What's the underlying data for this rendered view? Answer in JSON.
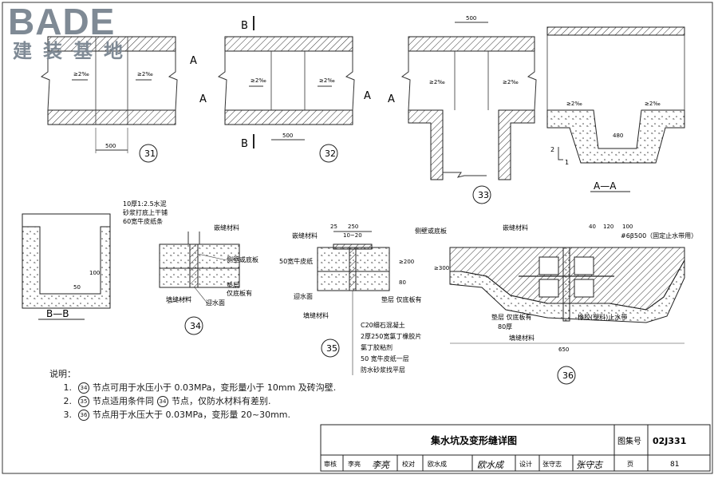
{
  "logo": {
    "en": "BADE",
    "cn": "建装基地"
  },
  "section_marks": {
    "A": "A",
    "B": "B"
  },
  "detail_numbers": {
    "d31": "31",
    "d32": "32",
    "d33": "33",
    "d34": "34",
    "d35": "35",
    "d36": "36"
  },
  "section_titles": {
    "aa": "A—A",
    "bb": "B—B"
  },
  "dims": {
    "d500": "500",
    "d100": "100",
    "d480": "480",
    "d250": "250",
    "d10_20": "10~20",
    "d25": "25",
    "d200": "≥200",
    "d300": "≥300",
    "d80": "80",
    "d50": "50",
    "d40": "40",
    "d120": "120",
    "d650": "650",
    "slope": "≥2‰",
    "ratio2": "2",
    "ratio1": "1"
  },
  "d34_labels": {
    "top_note": [
      "10厚1:2.5水泥",
      "砂浆打底上干铺",
      "60宽牛皮纸条"
    ],
    "joint": "嵌缝材料",
    "wall": "侧壁或底板",
    "filler": "填缝材料",
    "mortar": "迎水面",
    "cushion": [
      "垫层",
      "仅底板有"
    ]
  },
  "d35_labels": {
    "joint": "嵌缝材料",
    "wall": "侧壁或底板",
    "kraft": "50宽牛皮纸",
    "face": "迎水面",
    "cushion": "垫层 仅底板有",
    "filler": "填缝材料",
    "list": [
      "C20细石混凝土",
      "2厚250宽氯丁橡胶片",
      "氯丁胶粘剂",
      "50 宽牛皮纸一层",
      "防水砂浆找平层"
    ]
  },
  "d36_labels": {
    "joint": "嵌缝材料",
    "stop": "#6β500（固定止水带用）",
    "cushion": [
      "垫层 仅底板有",
      "80厚"
    ],
    "waterstop": "橡胶(塑料)止水带",
    "filler": "填缝材料"
  },
  "notes": {
    "title": "说明：",
    "items": [
      {
        "num": "1.",
        "ref": "34",
        "text": "节点可用于水压小于 0.03MPa，变形量小于 10mm 及砖沟壁."
      },
      {
        "num": "2.",
        "ref": "35",
        "text": "节点适用条件同",
        "ref2": "34",
        "text2": "节点，仅防水材料有差别."
      },
      {
        "num": "3.",
        "ref": "36",
        "text": "节点用于水压大于 0.03MPa，变形量 20~30mm."
      }
    ]
  },
  "title_block": {
    "title": "集水坑及变形缝详图",
    "set_label": "图集号",
    "set_no": "02J331",
    "review": "审核",
    "reviewer": "李亮",
    "sig1": "李亮",
    "check": "校对",
    "checker": "欧水成",
    "sig2": "欧水成",
    "design": "设计",
    "designer": "张守志",
    "sig3": "张守志",
    "page_label": "页",
    "page_no": "81"
  }
}
